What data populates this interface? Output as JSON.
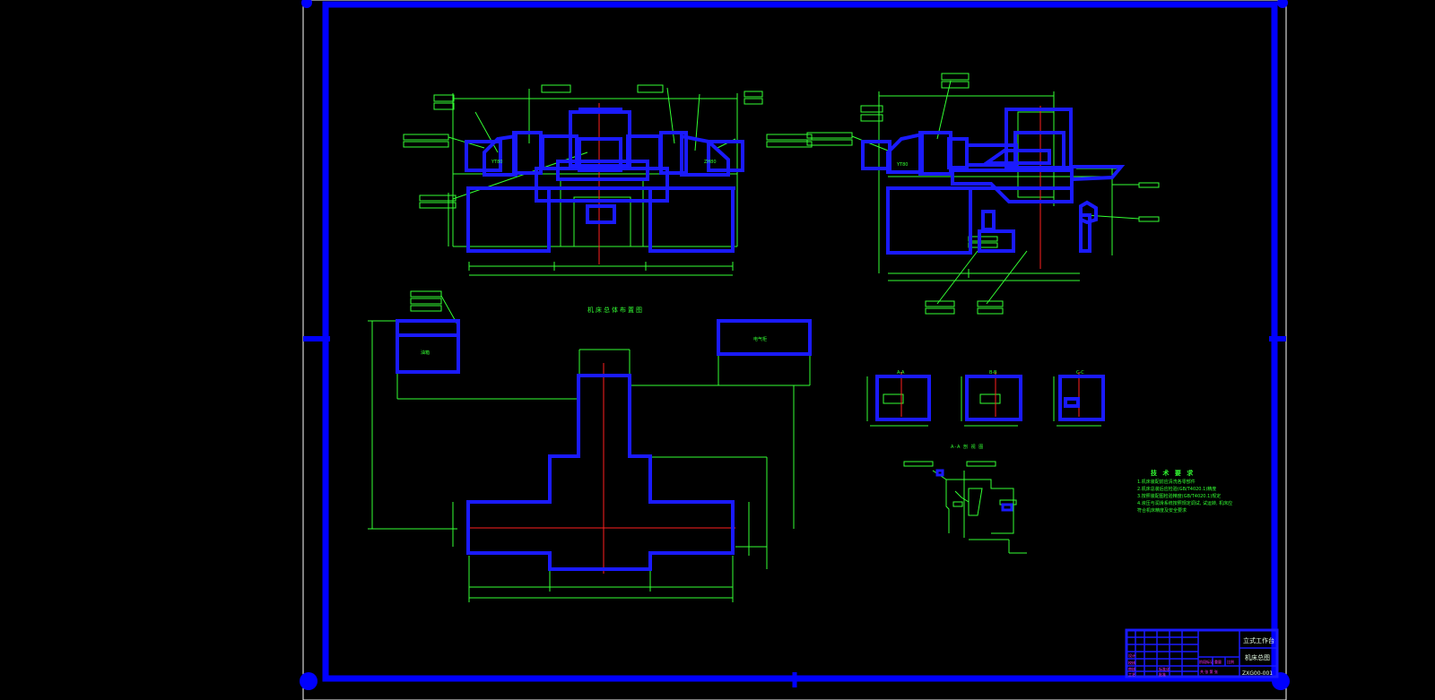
{
  "colors": {
    "background": "#000000",
    "frame": "#0000ff",
    "geometry": "#1a1aff",
    "dimension": "#33ff33",
    "centerline": "#ff2020",
    "title_text": "#e8ffe8",
    "table_text": "#ff33ff",
    "outer_border": "#ffffff"
  },
  "drawing": {
    "layout_title": "机床总体布置图",
    "section_note_title": "A-A 剖 视 图",
    "labels": {
      "left_head_left": "YT80",
      "left_head_right": "ZH80",
      "right_head": "YT80",
      "pump_box": "油箱",
      "control_box": "电气柜"
    },
    "section_views": [
      {
        "label": "A-A"
      },
      {
        "label": "B-B"
      },
      {
        "label": "C-C"
      }
    ]
  },
  "technical_requirements": {
    "heading": "技 术 要 求",
    "items": [
      "1.机床装配前应清洗各零部件",
      "2.机床总装后应检验(GB/T4020.1)精度",
      "3.按照装配图检验精度(GB/T4020.1)规定",
      "4.液压与润滑系统按照规定调试, 试运转, 机床应",
      "  符合机床精度及安全要求"
    ]
  },
  "title_block": {
    "name_1": "立式工作台",
    "name_2": "机床总图",
    "drawing_no": "ZXG00-001",
    "table_labels": [
      "设计",
      "校核",
      "审核",
      "工艺",
      "标准化",
      "批准",
      "阶段标记",
      "重量",
      "比例",
      "共 张 第 张"
    ]
  }
}
